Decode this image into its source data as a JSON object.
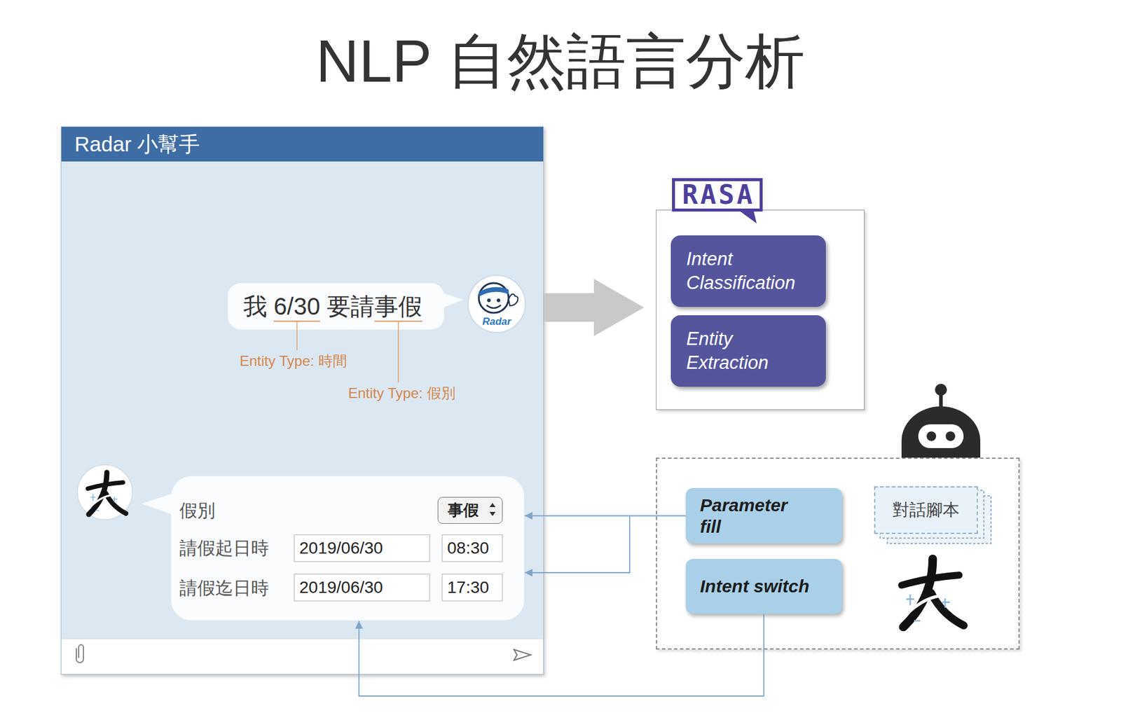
{
  "diagram": {
    "title": "NLP 自然語言分析",
    "nodes": [
      {
        "text": [
          "Radar 小幫手"
        ]
      },
      {
        "text": [
          "我 6/30 要請事假"
        ],
        "in": 0
      },
      {
        "text": [
          "假別",
          "請假起日時",
          "請假迄日時"
        ],
        "in": 0
      },
      {
        "text": [
          "事假"
        ],
        "in": 2
      },
      {
        "text": [
          "2019/06/30"
        ],
        "in": 2
      },
      {
        "text": [
          "08:30"
        ],
        "in": 2
      },
      {
        "text": [
          "2019/06/30"
        ],
        "in": 2
      },
      {
        "text": [
          "17:30"
        ],
        "in": 2
      },
      {
        "text": [
          "RASA"
        ]
      },
      {
        "text": [
          "Intent Classification"
        ],
        "in": 8
      },
      {
        "text": [
          "Entity Extraction"
        ],
        "in": 8
      },
      {
        "text": []
      },
      {
        "text": [
          "Parameter fill"
        ],
        "in": 11
      },
      {
        "text": [
          "Intent switch"
        ],
        "in": 11
      },
      {
        "text": [
          "對話腳本"
        ],
        "in": 11
      }
    ],
    "edges": [
      {
        "from": 0,
        "to": 8,
        "arrow": "to"
      },
      {
        "from": 12,
        "to": 2,
        "arrow": "to"
      },
      {
        "from": 13,
        "to": 2,
        "arrow": "to"
      }
    ],
    "labels": [
      "Entity Type: 時間",
      "Entity Type: 假別",
      "Radar"
    ]
  }
}
